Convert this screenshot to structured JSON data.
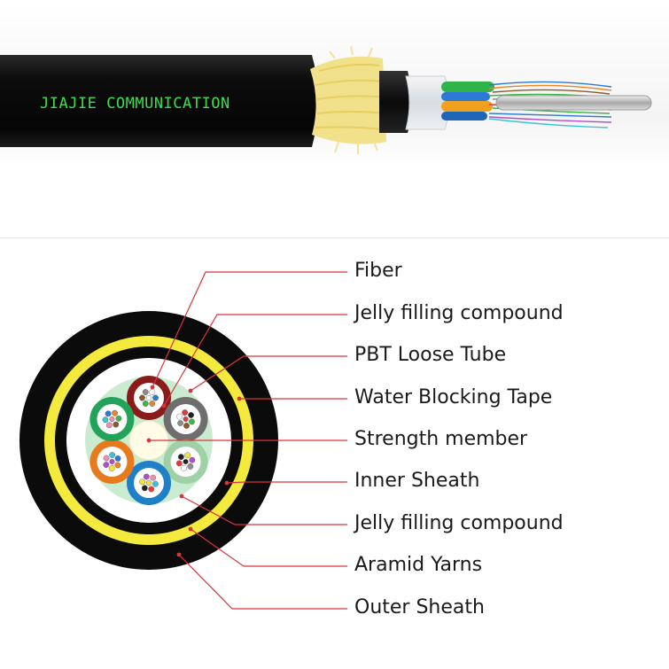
{
  "cable_view": {
    "brand_text": "JIAJIE COMMUNICATION",
    "sheath_color": "#0b0b0b",
    "aramid_color": "#f2e27a"
  },
  "cross_section": {
    "labels": [
      "Fiber",
      "Jelly filling compound",
      "PBT Loose Tube",
      "Water Blocking Tape",
      "Strength member",
      "Inner Sheath",
      "Jelly filling compound",
      "Aramid Yarns",
      "Outer Sheath"
    ],
    "leader_color": "#d8343b",
    "tube_colors": [
      "#8b1a1a",
      "#6e6e6e",
      "#9fd0a6",
      "#1f7fc7",
      "#e87a1e",
      "#23a35a"
    ],
    "fiber_colors": [
      "#2c7ad6",
      "#e8842a",
      "#3cb54a",
      "#8a5a2b",
      "#8c8c8c",
      "#ffffff",
      "#e23b3b",
      "#222222",
      "#f1e43a",
      "#b04fc9",
      "#e88fb8",
      "#35c6d6"
    ]
  }
}
